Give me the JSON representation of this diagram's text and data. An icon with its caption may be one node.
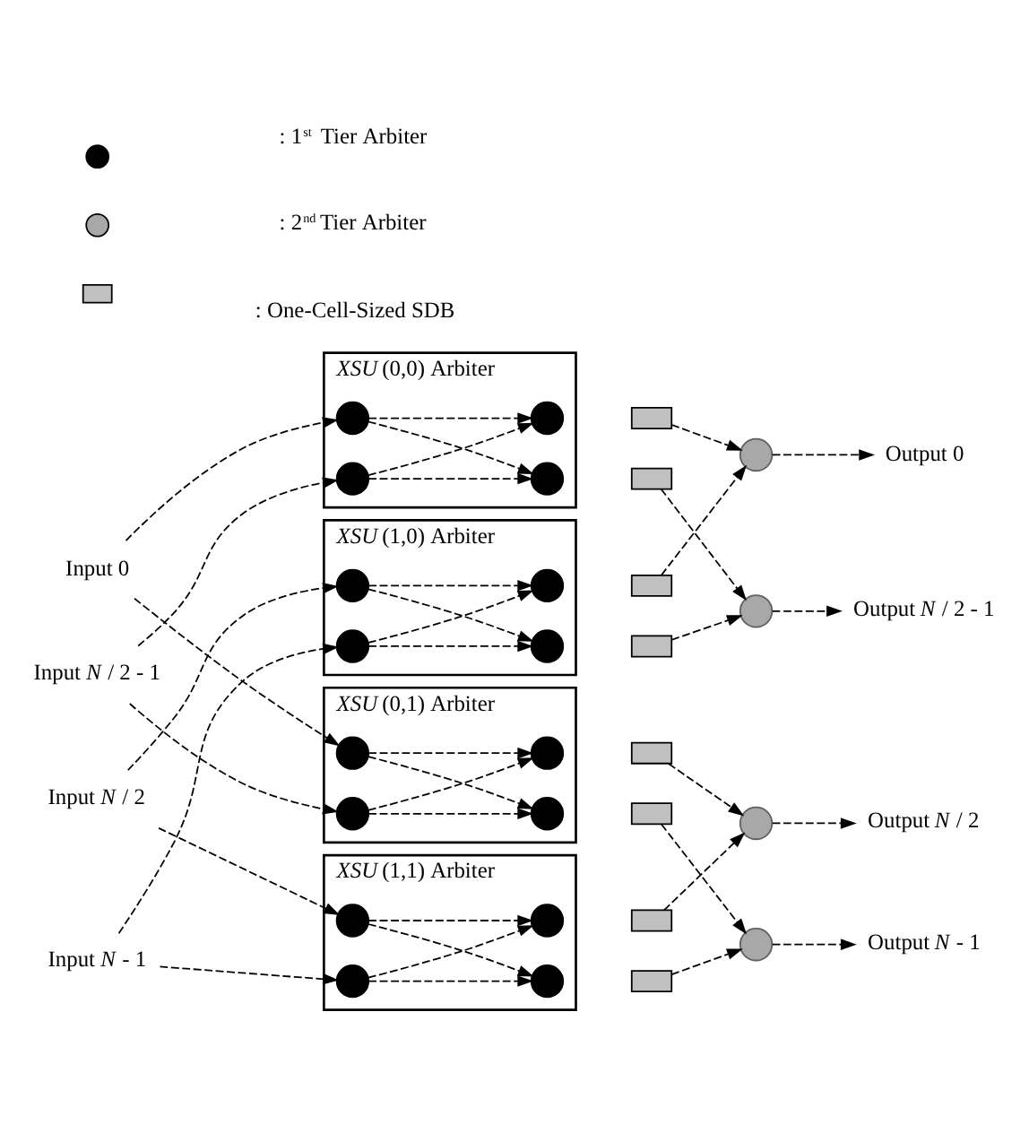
{
  "diagram": {
    "nodes": [
      {
        "text": [
          "Input 0"
        ]
      },
      {
        "text": [
          "Input *N* / 2 - 1"
        ]
      },
      {
        "text": [
          "Input *N* / 2"
        ]
      },
      {
        "text": [
          "Input *N* - 1"
        ]
      },
      {
        "text": [
          "*XSU* (0,0) Arbiter"
        ]
      },
      {
        "text": [],
        "shape": "circle",
        "in": 4
      },
      {
        "text": [],
        "shape": "circle",
        "in": 4
      },
      {
        "text": [],
        "shape": "circle",
        "in": 4
      },
      {
        "text": [],
        "shape": "circle",
        "in": 4
      },
      {
        "text": [],
        "shape": "box"
      },
      {
        "text": [],
        "shape": "box"
      },
      {
        "text": [
          "*XSU* (1,0) Arbiter"
        ]
      },
      {
        "text": [],
        "shape": "circle",
        "in": 11
      },
      {
        "text": [],
        "shape": "circle",
        "in": 11
      },
      {
        "text": [],
        "shape": "circle",
        "in": 11
      },
      {
        "text": [],
        "shape": "circle",
        "in": 11
      },
      {
        "text": [],
        "shape": "box"
      },
      {
        "text": [],
        "shape": "box"
      },
      {
        "text": [
          "*XSU* (0,1) Arbiter"
        ]
      },
      {
        "text": [],
        "shape": "circle",
        "in": 18
      },
      {
        "text": [],
        "shape": "circle",
        "in": 18
      },
      {
        "text": [],
        "shape": "circle",
        "in": 18
      },
      {
        "text": [],
        "shape": "circle",
        "in": 18
      },
      {
        "text": [],
        "shape": "box"
      },
      {
        "text": [],
        "shape": "box"
      },
      {
        "text": [
          "*XSU* (1,1) Arbiter"
        ]
      },
      {
        "text": [],
        "shape": "circle",
        "in": 25
      },
      {
        "text": [],
        "shape": "circle",
        "in": 25
      },
      {
        "text": [],
        "shape": "circle",
        "in": 25
      },
      {
        "text": [],
        "shape": "circle",
        "in": 25
      },
      {
        "text": [],
        "shape": "box"
      },
      {
        "text": [],
        "shape": "box"
      },
      {
        "text": [],
        "shape": "circle"
      },
      {
        "text": [
          "Output 0"
        ]
      },
      {
        "text": [],
        "shape": "circle"
      },
      {
        "text": [
          "Output *N* / 2 - 1"
        ]
      },
      {
        "text": [],
        "shape": "circle"
      },
      {
        "text": [
          "Output *N* / 2"
        ]
      },
      {
        "text": [],
        "shape": "circle"
      },
      {
        "text": [
          "Output *N* - 1"
        ]
      }
    ],
    "edges": [
      {
        "from": 0,
        "to": 5,
        "arrow": "to",
        "style": "dashed"
      },
      {
        "from": 0,
        "to": 19,
        "arrow": "to",
        "style": "dashed"
      },
      {
        "from": 1,
        "to": 7,
        "arrow": "to",
        "style": "dashed"
      },
      {
        "from": 1,
        "to": 21,
        "arrow": "to",
        "style": "dashed"
      },
      {
        "from": 2,
        "to": 12,
        "arrow": "to",
        "style": "dashed"
      },
      {
        "from": 2,
        "to": 26,
        "arrow": "to",
        "style": "dashed"
      },
      {
        "from": 3,
        "to": 14,
        "arrow": "to",
        "style": "dashed"
      },
      {
        "from": 3,
        "to": 28,
        "arrow": "to",
        "style": "dashed"
      },
      {
        "from": 5,
        "to": 6,
        "arrow": "to",
        "style": "dashed"
      },
      {
        "from": 5,
        "to": 8,
        "arrow": "to",
        "style": "dashed"
      },
      {
        "from": 7,
        "to": 6,
        "arrow": "to",
        "style": "dashed"
      },
      {
        "from": 7,
        "to": 8,
        "arrow": "to",
        "style": "dashed"
      },
      {
        "from": 12,
        "to": 13,
        "arrow": "to",
        "style": "dashed"
      },
      {
        "from": 12,
        "to": 15,
        "arrow": "to",
        "style": "dashed"
      },
      {
        "from": 14,
        "to": 13,
        "arrow": "to",
        "style": "dashed"
      },
      {
        "from": 14,
        "to": 15,
        "arrow": "to",
        "style": "dashed"
      },
      {
        "from": 19,
        "to": 20,
        "arrow": "to",
        "style": "dashed"
      },
      {
        "from": 19,
        "to": 22,
        "arrow": "to",
        "style": "dashed"
      },
      {
        "from": 21,
        "to": 20,
        "arrow": "to",
        "style": "dashed"
      },
      {
        "from": 21,
        "to": 22,
        "arrow": "to",
        "style": "dashed"
      },
      {
        "from": 26,
        "to": 27,
        "arrow": "to",
        "style": "dashed"
      },
      {
        "from": 26,
        "to": 29,
        "arrow": "to",
        "style": "dashed"
      },
      {
        "from": 28,
        "to": 27,
        "arrow": "to",
        "style": "dashed"
      },
      {
        "from": 28,
        "to": 29,
        "arrow": "to",
        "style": "dashed"
      },
      {
        "from": 9,
        "to": 32,
        "arrow": "to",
        "style": "dashed"
      },
      {
        "from": 10,
        "to": 34,
        "arrow": "to",
        "style": "dashed"
      },
      {
        "from": 16,
        "to": 32,
        "arrow": "to",
        "style": "dashed"
      },
      {
        "from": 17,
        "to": 34,
        "arrow": "to",
        "style": "dashed"
      },
      {
        "from": 23,
        "to": 36,
        "arrow": "to",
        "style": "dashed"
      },
      {
        "from": 24,
        "to": 38,
        "arrow": "to",
        "style": "dashed"
      },
      {
        "from": 30,
        "to": 36,
        "arrow": "to",
        "style": "dashed"
      },
      {
        "from": 31,
        "to": 38,
        "arrow": "to",
        "style": "dashed"
      },
      {
        "from": 32,
        "to": 33,
        "arrow": "to",
        "style": "dashed"
      },
      {
        "from": 34,
        "to": 35,
        "arrow": "to",
        "style": "dashed"
      },
      {
        "from": 36,
        "to": 37,
        "arrow": "to",
        "style": "dashed"
      },
      {
        "from": 38,
        "to": 39,
        "arrow": "to",
        "style": "dashed"
      }
    ],
    "legend": [
      {
        "text": ": 1$^{st}$  Tier Arbiter"
      },
      {
        "text": ": 2$^{nd}$ Tier Arbiter"
      },
      {
        "text": ": One-Cell-Sized SDB",
        "color": "#c0c0c0"
      }
    ]
  }
}
